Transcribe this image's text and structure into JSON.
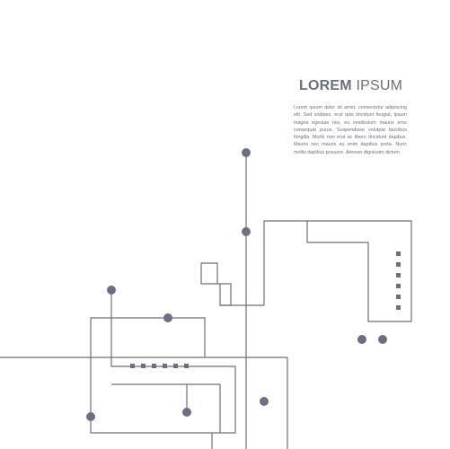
{
  "heading": {
    "bold": "LOREM",
    "light": "IPSUM"
  },
  "paragraph": "Lorem ipsum dolor sit amet, consectetur adipiscing elit. Sed sodales, erat quis tincidunt feugiat, ipsum magna egestas nisi, eu vestibulum mauris eros consequat purus. Suspendisse volutpat faucibus fringilla. Morbi non erat ac libero tincidunt dapibus. Mauris nec mauris eu enim dapibus porta. Nunc mollis dapibus posuere. Aenean dignissim dictum",
  "colors": {
    "line": "#6b6f80",
    "background": "#ffffff"
  }
}
